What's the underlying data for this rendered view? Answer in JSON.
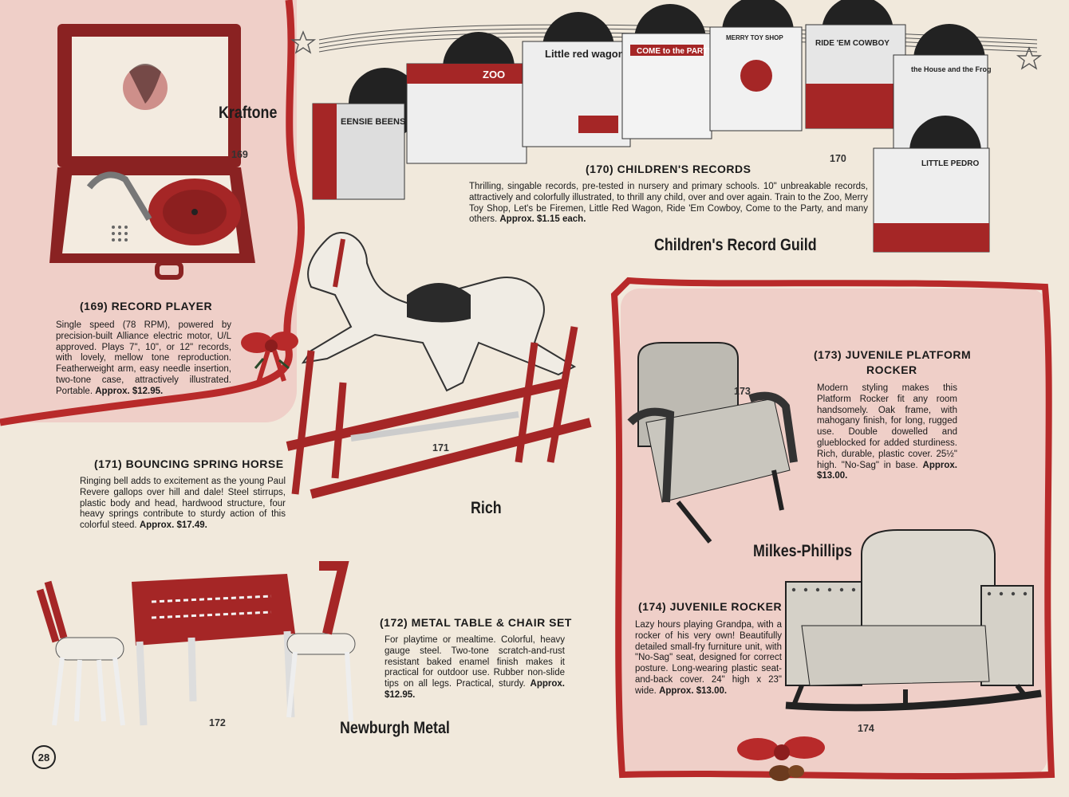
{
  "page_number": "28",
  "brands": {
    "kraftone": "Kraftone",
    "crg": "Children's Record Guild",
    "rich": "Rich",
    "milkes": "Milkes-Phillips",
    "newburgh": "Newburgh Metal"
  },
  "products": {
    "p169": {
      "number": "169",
      "title": "(169) RECORD PLAYER",
      "desc": "Single speed (78 RPM), powered by precision-built Alliance electric motor, U/L approved. Plays 7\", 10\", or 12\" records, with lovely, mellow tone reproduction. Featherweight arm, easy needle insertion, two-tone case, attractively illustrated. Portable.",
      "price": "Approx. $12.95."
    },
    "p170": {
      "number": "170",
      "title": "(170) CHILDREN'S RECORDS",
      "desc": "Thrilling, singable records, pre-tested in nursery and primary schools. 10\" unbreakable records, attractively and colorfully illustrated, to thrill any child, over and over again. Train to the Zoo, Merry Toy Shop, Let's be Firemen, Little Red Wagon, Ride 'Em Cowboy, Come to the Party, and many others.",
      "price": "Approx. $1.15 each."
    },
    "p171": {
      "number": "171",
      "title": "(171) BOUNCING SPRING HORSE",
      "desc": "Ringing bell adds to excitement as the young Paul Revere gallops over hill and dale! Steel stirrups, plastic body and head, hardwood structure, four heavy springs contribute to sturdy action of this colorful steed.",
      "price": "Approx. $17.49."
    },
    "p172": {
      "number": "172",
      "title": "(172) METAL TABLE & CHAIR SET",
      "desc": "For playtime or mealtime. Colorful, heavy gauge steel. Two-tone scratch-and-rust resistant baked enamel finish makes it practical for outdoor use. Rubber non-slide tips on all legs. Practical, sturdy.",
      "price": "Approx. $12.95."
    },
    "p173": {
      "number": "173",
      "title_line1": "(173) JUVENILE PLATFORM",
      "title_line2": "ROCKER",
      "desc": "Modern styling makes this Platform Rocker fit any room handsomely. Oak frame, with mahogany finish, for long, rugged use. Double dowelled and glueblocked for added sturdiness. Rich, durable, plastic cover. 25½\" high. \"No-Sag\" in base.",
      "price": "Approx. $13.00."
    },
    "p174": {
      "number": "174",
      "title": "(174) JUVENILE ROCKER",
      "desc": "Lazy hours playing Grandpa, with a rocker of his very own! Beautifully detailed small-fry furniture unit, with \"No-Sag\" seat, designed for correct posture. Long-wearing plastic seat-and-back cover. 24\" high x 23\" wide.",
      "price": "Approx. $13.00."
    }
  },
  "record_covers": [
    "EENSIE BEENSIE SPIDER",
    "ZOO",
    "Little red wagon",
    "COME to the PARTY",
    "MERRY TOY SHOP",
    "RIDE 'EM COWBOY",
    "the House and the Frog",
    "LITTLE PEDRO"
  ],
  "colors": {
    "paper": "#f1e9dc",
    "pink": "#efcfc8",
    "ribbon": "#b82a2a",
    "ink": "#1a1a1a"
  }
}
